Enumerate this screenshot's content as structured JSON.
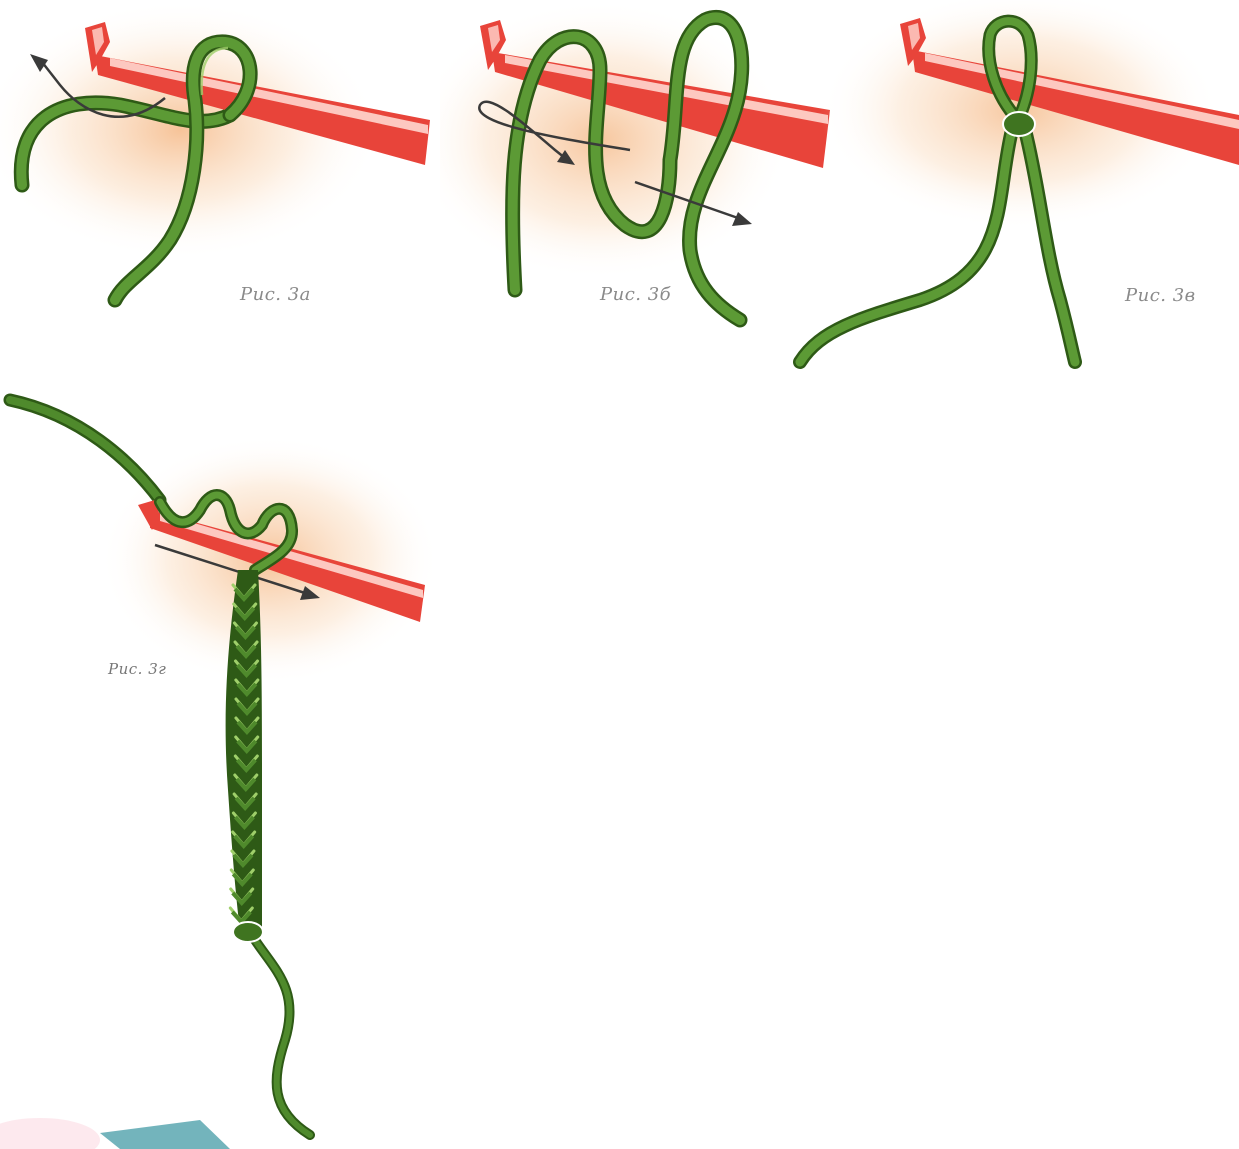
{
  "figures": [
    {
      "id": "a",
      "caption": "Рис. 3а"
    },
    {
      "id": "b",
      "caption": "Рис. 3б"
    },
    {
      "id": "c",
      "caption": "Рис. 3в"
    },
    {
      "id": "d",
      "caption": "Рис. 3г"
    }
  ],
  "colors": {
    "hook": "#e8443a",
    "hook_highlight": "#ffd7cf",
    "yarn": "#4f8a2c",
    "yarn_dark": "#2e5a16",
    "yarn_light": "#9fcf6a",
    "arrow": "#3a3a3a",
    "glow": "#f7c79a"
  },
  "icons": [
    "crochet-hook-icon",
    "yarn-icon",
    "arrow-icon",
    "slip-knot-icon",
    "chain-stitch-icon"
  ]
}
